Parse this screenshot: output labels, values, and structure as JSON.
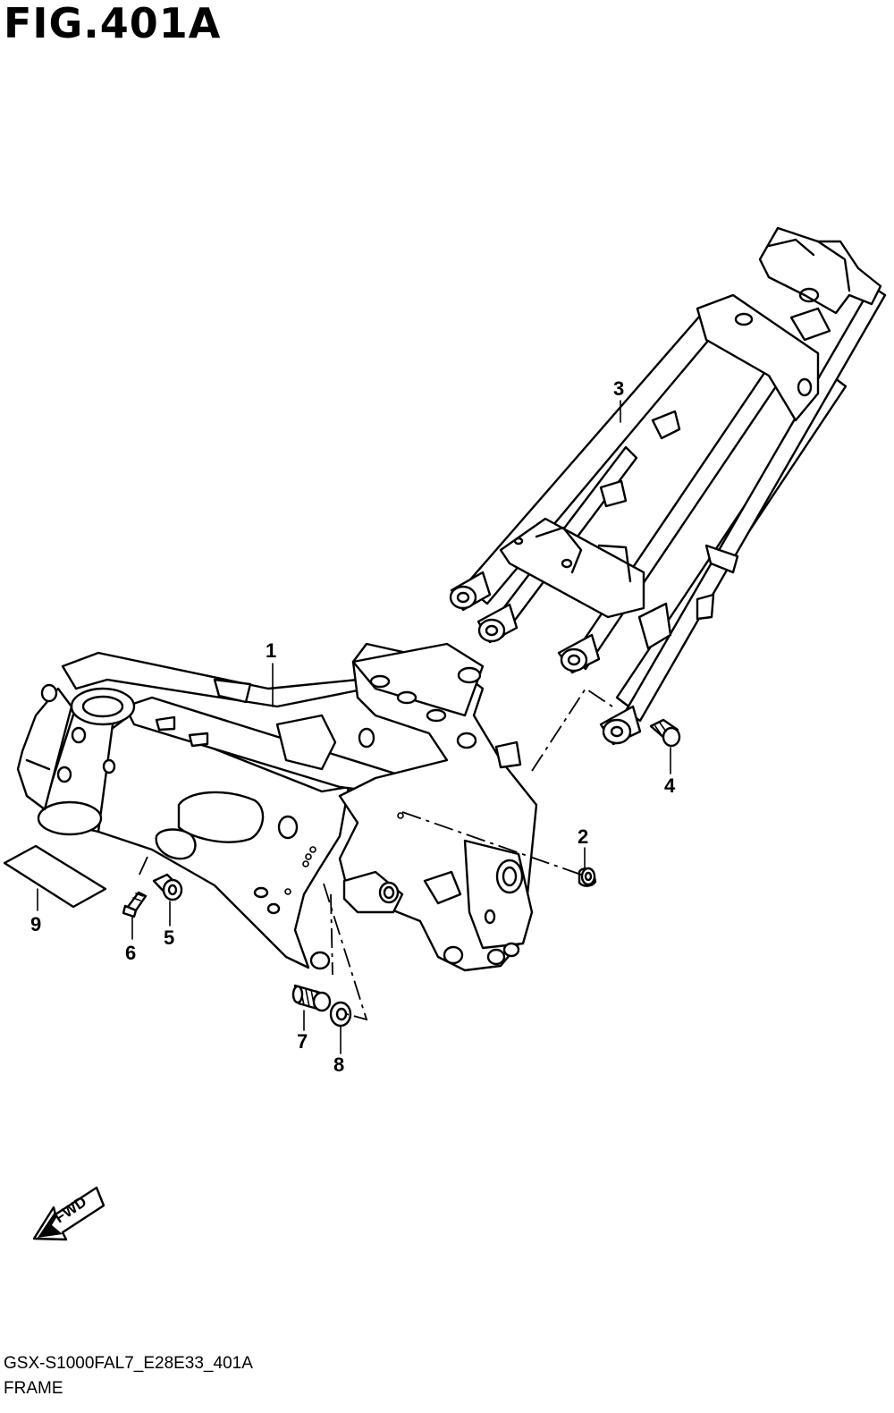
{
  "figure": {
    "title": "FIG.401A",
    "code": "GSX-S1000FAL7_E28E33_401A",
    "name": "FRAME"
  },
  "direction_marker": {
    "label": "FWD",
    "icon": "forward-arrow-icon"
  },
  "callouts": [
    {
      "number": "1"
    },
    {
      "number": "2"
    },
    {
      "number": "3"
    },
    {
      "number": "4"
    },
    {
      "number": "5"
    },
    {
      "number": "6"
    },
    {
      "number": "7"
    },
    {
      "number": "8"
    },
    {
      "number": "9"
    }
  ]
}
